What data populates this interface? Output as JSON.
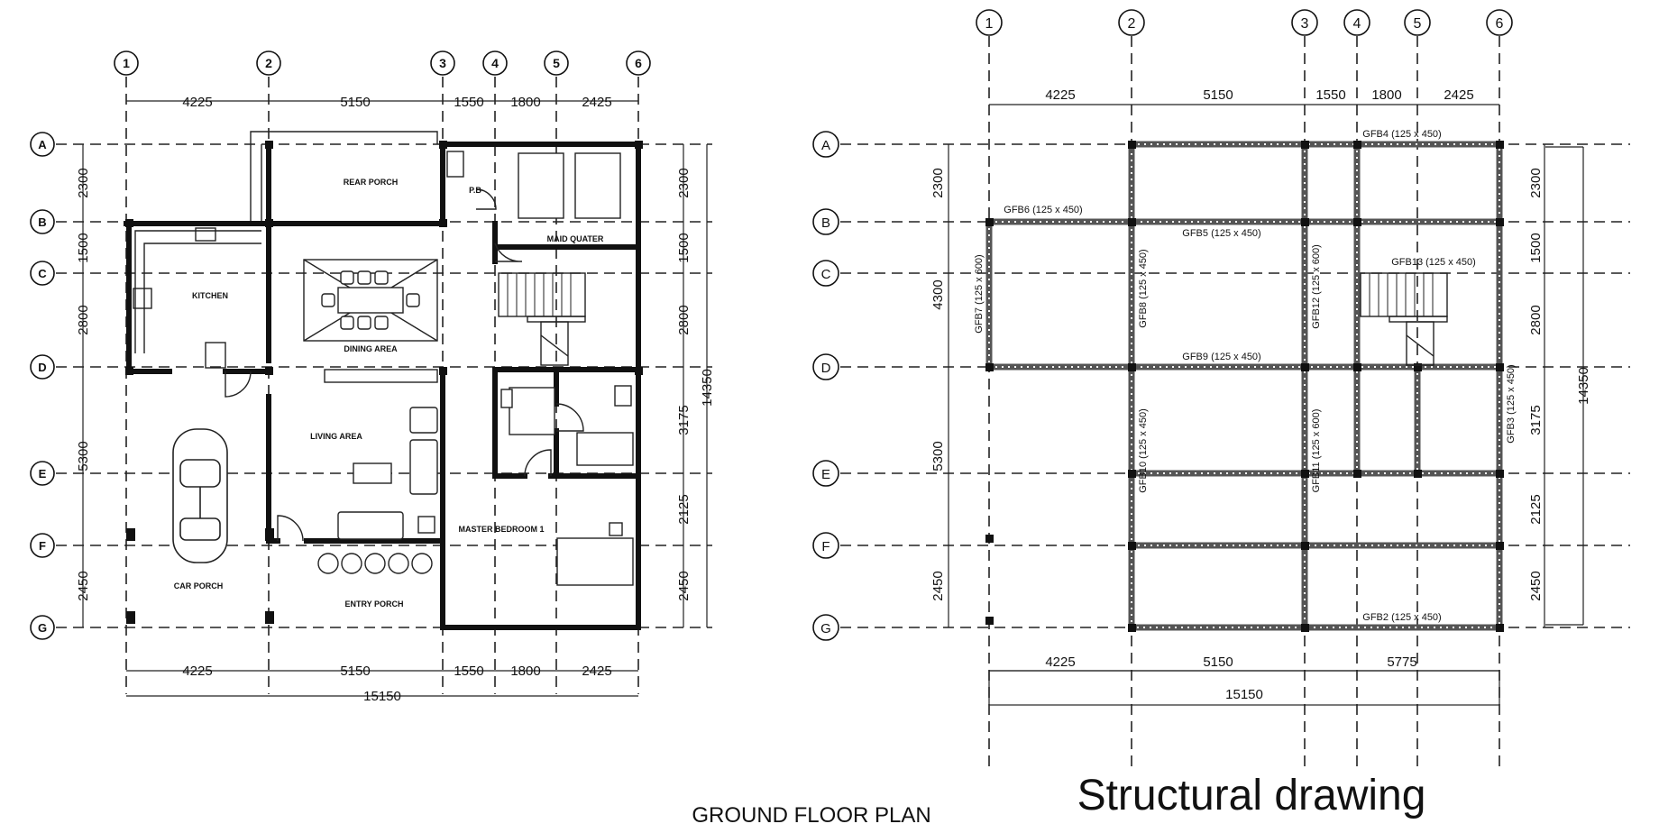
{
  "plan": {
    "caption": "GROUND FLOOR PLAN",
    "grid_numbers": [
      "1",
      "2",
      "3",
      "4",
      "5",
      "6"
    ],
    "grid_letters": [
      "A",
      "B",
      "C",
      "D",
      "E",
      "F",
      "G"
    ],
    "top_dims": [
      "4225",
      "5150",
      "1550",
      "1800",
      "2425"
    ],
    "bottom_dims": [
      "4225",
      "5150",
      "1550",
      "1800",
      "2425"
    ],
    "overall_width": "15150",
    "left_dims": [
      "2300",
      "1500",
      "2800",
      "5300",
      "2450"
    ],
    "right_dims": [
      "2300",
      "1500",
      "2800",
      "3175",
      "2125",
      "2450"
    ],
    "overall_height": "14350",
    "rooms": {
      "rear_porch": "REAR PORCH",
      "kitchen": "KITCHEN",
      "dining": "DINING AREA",
      "living": "LIVING AREA",
      "car_porch": "CAR PORCH",
      "entry_porch": "ENTRY PORCH",
      "master": "MASTER BEDROOM 1",
      "maid": "MAID QUATER",
      "pb": "P.B"
    }
  },
  "structural": {
    "title": "Structural drawing",
    "grid_numbers": [
      "1",
      "2",
      "3",
      "4",
      "5",
      "6"
    ],
    "grid_letters": [
      "A",
      "B",
      "C",
      "D",
      "E",
      "F",
      "G"
    ],
    "top_dims": [
      "4225",
      "5150",
      "1550",
      "1800",
      "2425"
    ],
    "bottom_dims": [
      "4225",
      "5150",
      "5775"
    ],
    "overall_width": "15150",
    "left_dims": [
      "2300",
      "4300",
      "5300",
      "2450"
    ],
    "right_dims": [
      "2300",
      "1500",
      "2800",
      "3175",
      "2125",
      "2450"
    ],
    "overall_height": "14350",
    "beams": {
      "gfb4": "GFB4 (125 x 450)",
      "gfb6": "GFB6 (125 x 450)",
      "gfb5": "GFB5 (125 x 450)",
      "gfb13": "GFB13 (125 x 450)",
      "gfb9": "GFB9 (125 x 450)",
      "gfb2": "GFB2 (125 x 450)",
      "gfb7": "GFB7 (125 x 600)",
      "gfb8": "GFB8 (125 x 450)",
      "gfb12": "GFB12 (125 x 600)",
      "gfb10": "GFB10 (125 x 450)",
      "gfb11": "GFB11 (125 x 600)",
      "gfb3": "GFB3 (125 x 450)"
    }
  }
}
